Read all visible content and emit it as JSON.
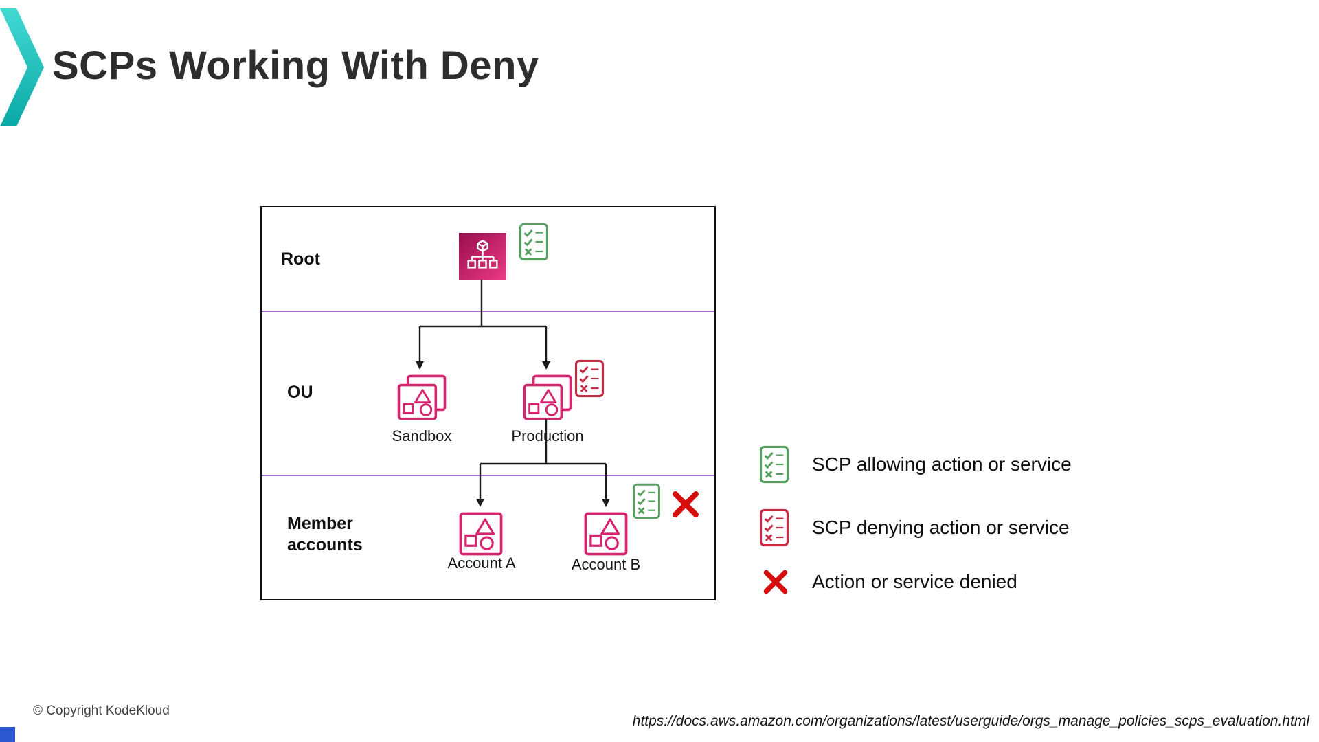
{
  "slide": {
    "title": "SCPs Working With Deny",
    "copyright": "© Copyright KodeKloud",
    "source_url": "https://docs.aws.amazon.com/organizations/latest/userguide/orgs_manage_policies_scps_evaluation.html"
  },
  "diagram": {
    "row_labels": {
      "root": "Root",
      "ou": "OU",
      "member": "Member accounts"
    },
    "nodes": {
      "sandbox": "Sandbox",
      "production": "Production",
      "account_a": "Account A",
      "account_b": "Account B"
    }
  },
  "legend": {
    "items": [
      {
        "icon": "scp-allow-icon",
        "label": "SCP allowing action or service"
      },
      {
        "icon": "scp-deny-icon",
        "label": "SCP denying action or service"
      },
      {
        "icon": "denied-x-icon",
        "label": "Action or service denied"
      }
    ]
  },
  "colors": {
    "magenta": "#d6246e",
    "root_gradient_start": "#9a0e4e",
    "root_gradient_end": "#ec3a86",
    "allow_green": "#55a05e",
    "deny_red": "#c72b45",
    "denied_x": "#d60d0d",
    "purple_divider": "#a76fd8",
    "teal_accent": "#13bdb9"
  }
}
